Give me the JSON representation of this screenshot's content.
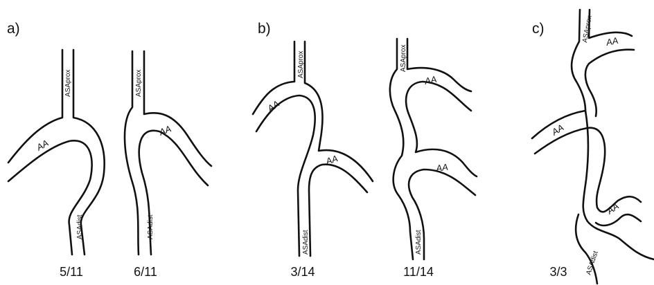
{
  "panels": {
    "a": {
      "label": "a)",
      "diagrams": [
        {
          "labels": {
            "proximal": "ASAprox",
            "branch": "AA",
            "distal": "ASAdist"
          },
          "ratio": "5/11"
        },
        {
          "labels": {
            "proximal": "ASAprox",
            "branch": "AA",
            "distal": "ASAdist"
          },
          "ratio": "6/11"
        }
      ]
    },
    "b": {
      "label": "b)",
      "diagrams": [
        {
          "labels": {
            "proximal": "ASAprox",
            "branch_upper": "AA",
            "branch_lower": "AA",
            "distal": "ASAdist"
          },
          "ratio": "3/14"
        },
        {
          "labels": {
            "proximal": "ASAprox",
            "branch_upper": "AA",
            "branch_lower": "AA",
            "distal": "ASAdist"
          },
          "ratio": "11/14"
        }
      ]
    },
    "c": {
      "label": "c)",
      "diagrams": [
        {
          "labels": {
            "proximal": "ASAprox",
            "branch_top": "AA",
            "branch_mid": "AA",
            "branch_low": "AA",
            "distal": "ASAdist"
          },
          "ratio": "3/3"
        }
      ]
    }
  }
}
